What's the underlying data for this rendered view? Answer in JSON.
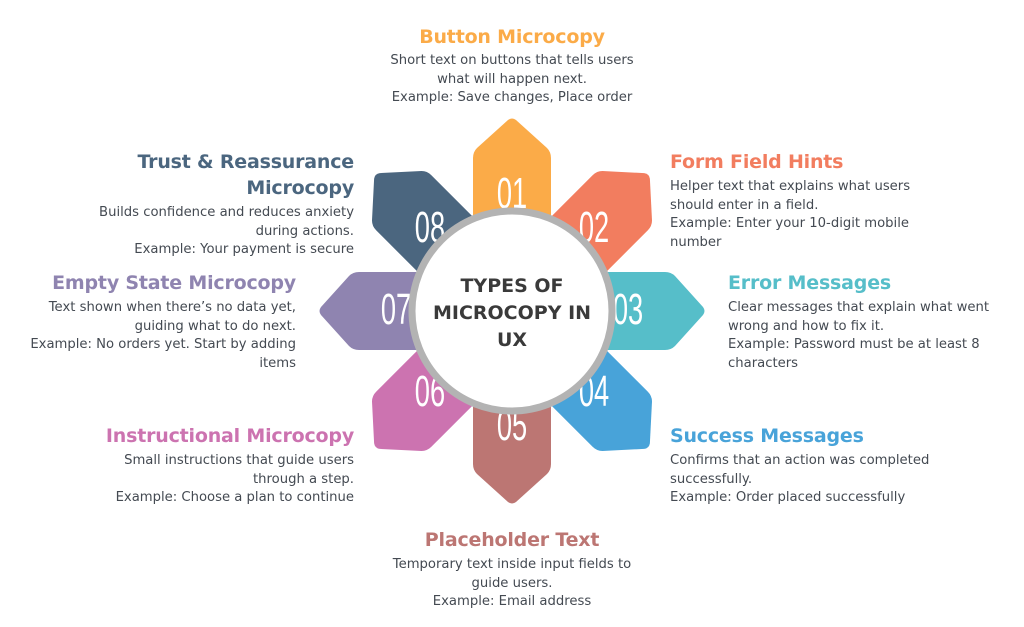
{
  "center": {
    "title_lines": [
      "TYPES OF",
      "MICROCOPY IN",
      "UX"
    ],
    "ring_color": "#b3b3b3",
    "text_color": "#3a3a3a"
  },
  "items": [
    {
      "number": "01",
      "title_lines": [
        "Button Microcopy"
      ],
      "desc_lines": [
        "Short text on buttons that tells users",
        "what will happen next.",
        "Example: Save changes, Place order"
      ],
      "color": "#fbab48"
    },
    {
      "number": "02",
      "title_lines": [
        "Form Field Hints"
      ],
      "desc_lines": [
        "Helper text that explains what users",
        "should enter in a field.",
        "Example: Enter your 10-digit mobile",
        "number"
      ],
      "color": "#f27d5f"
    },
    {
      "number": "03",
      "title_lines": [
        "Error Messages"
      ],
      "desc_lines": [
        "Clear messages that explain what went",
        "wrong and how to fix it.",
        "Example: Password must be at least 8",
        "characters"
      ],
      "color": "#56bec9"
    },
    {
      "number": "04",
      "title_lines": [
        "Success Messages"
      ],
      "desc_lines": [
        "Confirms that an action was completed",
        "successfully.",
        "Example: Order placed successfully"
      ],
      "color": "#48a3d9"
    },
    {
      "number": "05",
      "title_lines": [
        "Placeholder Text"
      ],
      "desc_lines": [
        "Temporary text inside input fields to",
        "guide users.",
        "Example: Email address"
      ],
      "color": "#bc7673"
    },
    {
      "number": "06",
      "title_lines": [
        "Instructional Microcopy"
      ],
      "desc_lines": [
        "Small instructions that guide users",
        "through a step.",
        "Example: Choose a plan to continue"
      ],
      "color": "#cc73b0"
    },
    {
      "number": "07",
      "title_lines": [
        "Empty State Microcopy"
      ],
      "desc_lines": [
        "Text shown when there’s no data yet,",
        "guiding what to do next.",
        "Example: No orders yet. Start by adding",
        "items"
      ],
      "color": "#8f84b0"
    },
    {
      "number": "08",
      "title_lines": [
        "Trust & Reassurance",
        "Microcopy"
      ],
      "desc_lines": [
        "Builds confidence and reduces anxiety",
        "during actions.",
        "Example: Your payment is secure"
      ],
      "color": "#4b667f"
    }
  ]
}
